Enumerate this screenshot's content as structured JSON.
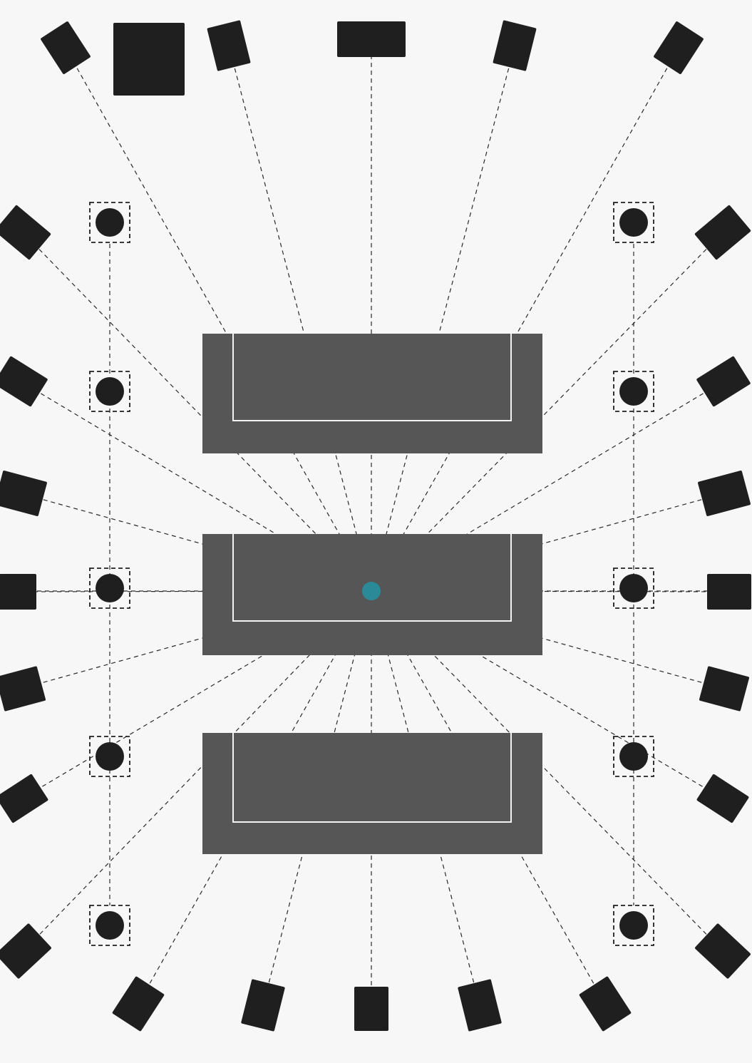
{
  "colors": {
    "background": "#f7f7f7",
    "speaker": "#1f1f1f",
    "panel": "#565656",
    "panel_outline": "#f2f2f2",
    "listener": "#2a8a97",
    "line": "#2a2a2a"
  },
  "elements": {
    "speakers": 25,
    "subwoofers": 10,
    "seating_rows": 3,
    "listener": 1
  }
}
